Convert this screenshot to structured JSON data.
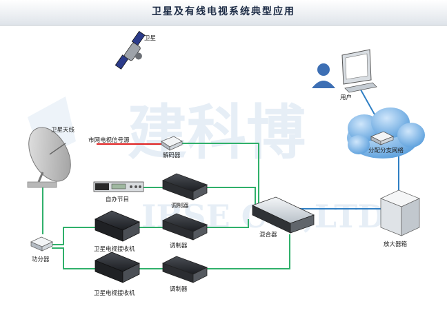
{
  "title": "卫星及有线电视系统典型应用",
  "watermark": {
    "cn": "建科博",
    "en": "IBSE CO.,LTD"
  },
  "labels": {
    "satellite": "卫星",
    "satellite_antenna": "卫星天线",
    "city_tv_source": "市网电视信号源",
    "decoder": "解码器",
    "self_program": "自办节目",
    "modulator_1": "调制器",
    "modulator_2": "调制器",
    "modulator_3": "调制器",
    "receiver_1": "卫星电视接收机",
    "receiver_2": "卫星电视接收机",
    "splitter": "功分器",
    "mixer": "混合器",
    "distribution_network": "分配分支网络",
    "user": "用户",
    "amplifier_box": "放大器箱"
  },
  "colors": {
    "green_link": "#2fb06a",
    "blue_link": "#2f7fc4",
    "red_link": "#e02020"
  }
}
